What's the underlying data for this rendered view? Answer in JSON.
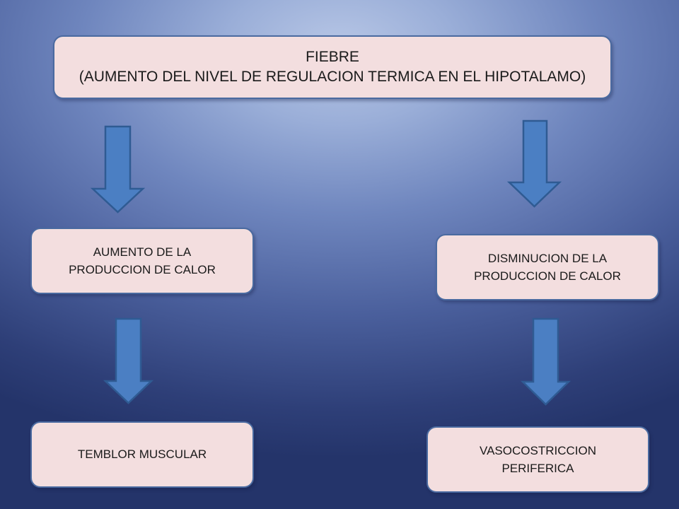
{
  "diagram": {
    "top_node": {
      "line1": "FIEBRE",
      "line2": "(AUMENTO DEL NIVEL DE REGULACION TERMICA EN EL HIPOTALAMO)"
    },
    "left_branch": {
      "node1": {
        "line1": "AUMENTO DE LA",
        "line2": "PRODUCCION DE CALOR"
      },
      "node2": {
        "line1": "TEMBLOR MUSCULAR"
      }
    },
    "right_branch": {
      "node1": {
        "line1": "DISMINUCION DE LA",
        "line2": "PRODUCCION DE CALOR"
      },
      "node2": {
        "line1": "VASOCOSTRICCION",
        "line2": "PERIFERICA"
      }
    },
    "colors": {
      "box_fill": "#f3dedf",
      "box_border": "#4a6aa0",
      "arrow_fill": "#4b7fc3",
      "background_center": "#b8c7e6",
      "background_edge": "#24346a"
    },
    "icons": [
      "down-arrow-icon"
    ]
  }
}
